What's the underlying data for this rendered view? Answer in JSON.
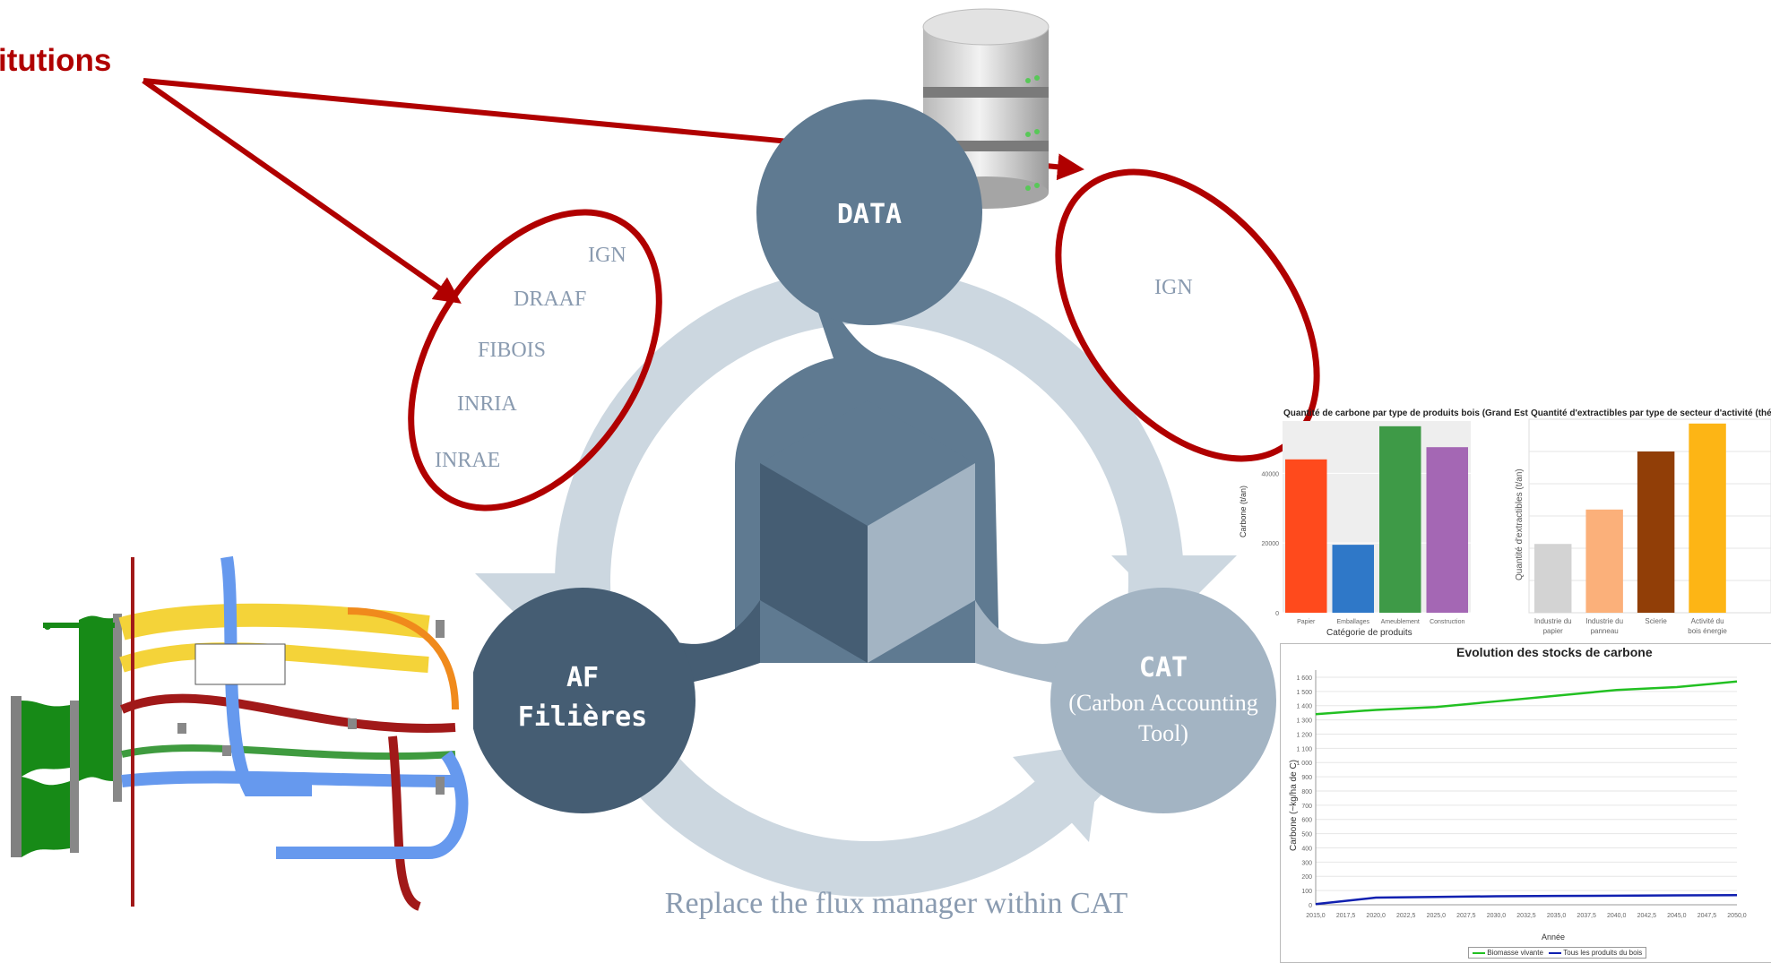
{
  "header": {
    "institutions_label": "itutions"
  },
  "center": {
    "data_label": "DATA",
    "af_label": "AF\nFilières",
    "cat_title": "CAT",
    "cat_subtitle": "(Carbon Accounting\nTool)",
    "caption": "Replace the flux manager within CAT"
  },
  "left_institutions": [
    "IGN",
    "DRAAF",
    "FIBOIS",
    "INRIA",
    "INRAE"
  ],
  "right_institutions": [
    "IGN"
  ],
  "colors": {
    "accent_red": "#b00000",
    "data_node": "#5f7a91",
    "af_node": "#455d73",
    "cat_node": "#a3b4c3",
    "ring": "#ccd7e0"
  },
  "chart_data": [
    {
      "type": "bar",
      "title": "Quantité de carbone par type de produits bois (Grand Est",
      "xlabel": "Catégorie de produits",
      "ylabel": "Carbone (t/an)",
      "categories": [
        "Papier",
        "Emballages",
        "Ameublement",
        "Construction"
      ],
      "values": [
        44000,
        19500,
        53500,
        47500
      ],
      "colors": [
        "#ff4a1c",
        "#2f78c8",
        "#3e9a47",
        "#a467b4"
      ],
      "yticks": [
        "0",
        "20000",
        "40000"
      ],
      "ylim": [
        0,
        55000
      ]
    },
    {
      "type": "bar",
      "title": "Quantité d'extractibles par type de secteur d'activité (théoriqu",
      "ylabel": "Quantité d'extractibles (t/an)",
      "categories": [
        "Industrie du papier",
        "Industrie du panneau",
        "Scierie",
        "Activité du bois énergie"
      ],
      "values": [
        32,
        48,
        75,
        88
      ],
      "colors": [
        "#d3d3d3",
        "#fbb07a",
        "#913e07",
        "#fdb515"
      ],
      "ylim": [
        0,
        90
      ]
    },
    {
      "type": "line",
      "title": "Evolution des stocks de carbone",
      "xlabel": "Année",
      "ylabel": "Carbone (~kg/ha de C)",
      "xticks": [
        "2015,0",
        "2017,5",
        "2020,0",
        "2022,5",
        "2025,0",
        "2027,5",
        "2030,0",
        "2032,5",
        "2035,0",
        "2037,5",
        "2040,0",
        "2042,5",
        "2045,0",
        "2047,5",
        "2050,0"
      ],
      "yticks": [
        "0",
        "100",
        "200",
        "300",
        "400",
        "500",
        "600",
        "700",
        "800",
        "900",
        "1 000",
        "1 100",
        "1 200",
        "1 300",
        "1 400",
        "1 500",
        "1 600"
      ],
      "ylim": [
        0,
        1650
      ],
      "xlim": [
        2015,
        2050
      ],
      "series": [
        {
          "name": "Biomasse vivante",
          "color": "#22c022",
          "x": [
            2015,
            2020,
            2025,
            2030,
            2035,
            2040,
            2045,
            2050
          ],
          "y": [
            1340,
            1370,
            1390,
            1430,
            1470,
            1510,
            1530,
            1570
          ]
        },
        {
          "name": "Tous les produits du bois",
          "color": "#1020b0",
          "x": [
            2015,
            2020,
            2025,
            2030,
            2035,
            2040,
            2045,
            2050
          ],
          "y": [
            5,
            50,
            55,
            60,
            62,
            64,
            66,
            68
          ]
        }
      ]
    }
  ]
}
